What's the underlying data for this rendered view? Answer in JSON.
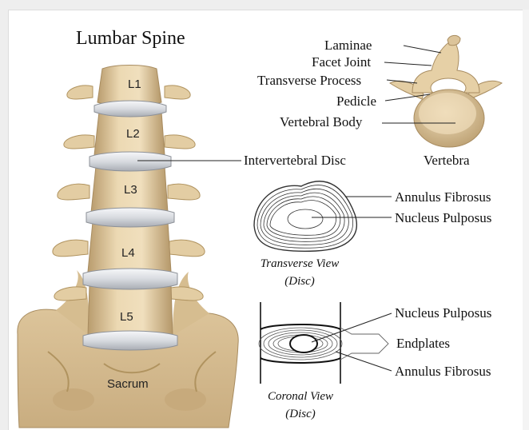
{
  "title": "Lumbar Spine",
  "spine": {
    "vertebrae": [
      "L1",
      "L2",
      "L3",
      "L4",
      "L5"
    ],
    "sacrum": "Sacrum",
    "disc_label": "Intervertebral Disc"
  },
  "vertebra": {
    "caption": "Vertebra",
    "labels": [
      "Laminae",
      "Facet Joint",
      "Transverse Process",
      "Pedicle",
      "Vertebral Body"
    ]
  },
  "transverse": {
    "labels": [
      "Annulus Fibrosus",
      "Nucleus Pulposus"
    ],
    "caption_line1": "Transverse View",
    "caption_line2": "(Disc)"
  },
  "coronal": {
    "labels": [
      "Nucleus Pulposus",
      "Endplates",
      "Annulus Fibrosus"
    ],
    "caption_line1": "Coronal View",
    "caption_line2": "(Disc)"
  },
  "colors": {
    "bone": "#e8d4ad",
    "bone_shadow": "#b99c6e",
    "disc": "#e2e4e8",
    "line": "#222222"
  }
}
